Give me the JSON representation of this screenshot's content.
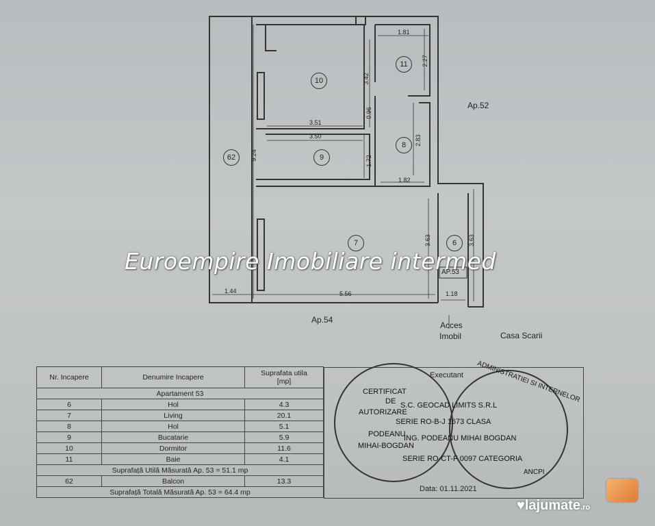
{
  "plan": {
    "rooms": [
      {
        "id": "r10",
        "label": "10"
      },
      {
        "id": "r11",
        "label": "11"
      },
      {
        "id": "r8",
        "label": "8"
      },
      {
        "id": "r9",
        "label": "9"
      },
      {
        "id": "r62",
        "label": "62"
      },
      {
        "id": "r7",
        "label": "7"
      },
      {
        "id": "r6",
        "label": "6"
      }
    ],
    "dimensions": {
      "d181": "1.81",
      "d227": "2.27",
      "d342": "3.42",
      "d351": "3.51",
      "d096": "0.96",
      "d350": "3.50",
      "d283": "2.83",
      "d172": "1.72",
      "d182": "1.82",
      "d924": "9.24",
      "d363a": "3.63",
      "d363b": "3.63",
      "d144": "1.44",
      "d556": "5.56",
      "d118": "1.18"
    },
    "labels": {
      "ap52": "Ap.52",
      "ap54": "Ap.54",
      "ap53": "AP.53",
      "acces": "Acces",
      "imobil": "Imobil",
      "casa_scarii": "Casa Scarii"
    }
  },
  "watermark": "Euroempire Imobiliare intermed",
  "table": {
    "headers": {
      "nr": "Nr. Incapere",
      "name": "Denumire Incapere",
      "area1": "Suprafata utila",
      "area2": "[mp]"
    },
    "apartment": "Apartament 53",
    "rows": [
      {
        "nr": "6",
        "name": "Hol",
        "area": "4.3"
      },
      {
        "nr": "7",
        "name": "Living",
        "area": "20.1"
      },
      {
        "nr": "8",
        "name": "Hol",
        "area": "5.1"
      },
      {
        "nr": "9",
        "name": "Bucatarie",
        "area": "5.9"
      },
      {
        "nr": "10",
        "name": "Dormitor",
        "area": "11.6"
      },
      {
        "nr": "11",
        "name": "Baie",
        "area": "4.1"
      }
    ],
    "utila": "Suprafață Utilă Măsurată Ap. 53 = 51.1 mp",
    "balcon": {
      "nr": "62",
      "name": "Balcon",
      "area": "13.3"
    },
    "totala": "Suprafață Totală Măsurată Ap. 53 = 64.4 mp"
  },
  "certificate": {
    "executant": "Executant",
    "stamp_lines": [
      "CERTIFICAT",
      "DE",
      "AUTORIZARE",
      "S.C. GEOCAD LIMITS S.R.L",
      "SERIE RO-B-J 1673 CLASA",
      "ING. PODEANU MIHAI BOGDAN",
      "PODEANU",
      "MIHAI-BOGDAN",
      "SERIE RO-CT-F 0097 CATEGORIA"
    ],
    "stamp2_top": "ADMINISTRATIEI SI INTERNELOR",
    "stamp2_bottom": "ANCPI",
    "date": "Data: 01.11.2021"
  },
  "branding": {
    "name": "lajumate",
    "tld": ".ro"
  }
}
